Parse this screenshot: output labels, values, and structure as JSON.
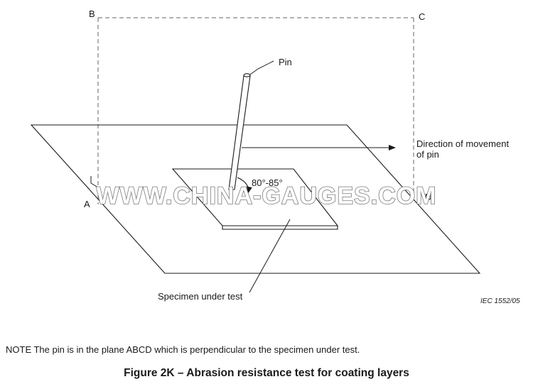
{
  "diagram": {
    "points": {
      "a": "A",
      "b": "B",
      "c": "C",
      "d": "D"
    },
    "labels": {
      "pin": "Pin",
      "direction_line1": "Direction of movement",
      "direction_line2": "of pin",
      "angle": "80°-85°",
      "specimen": "Specimen under test"
    },
    "reference": "IEC 1552/05",
    "watermark": "WWW.CHINA-GAUGES.COM"
  },
  "note": "NOTE   The pin is in the plane ABCD which is perpendicular to the specimen under test.",
  "caption": "Figure 2K – Abrasion resistance test for coating layers"
}
